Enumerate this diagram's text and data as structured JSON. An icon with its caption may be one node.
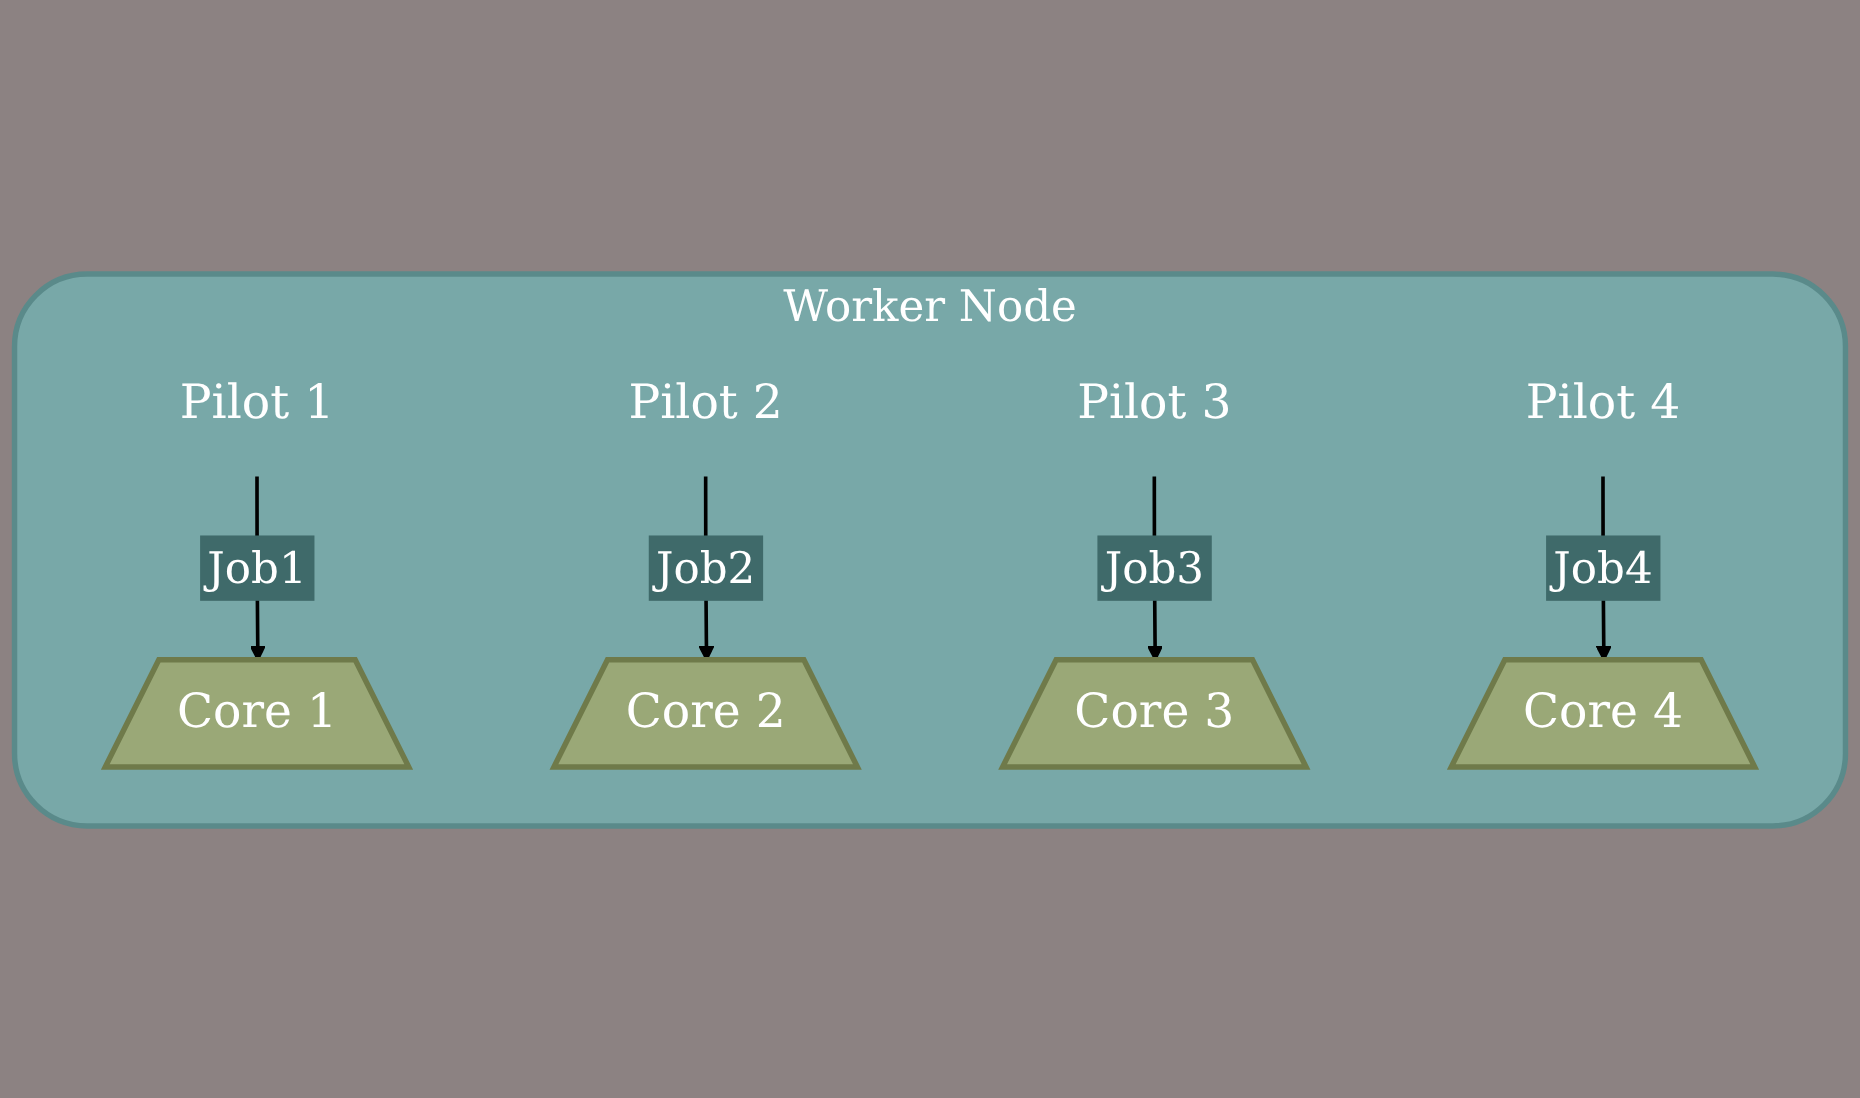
{
  "diagram": {
    "nodes": [
      {
        "text": [
          "Worker Node"
        ]
      },
      {
        "text": [
          "Pilot 1"
        ],
        "in": 0
      },
      {
        "text": [
          "Core 1"
        ],
        "in": 0
      },
      {
        "text": [
          "Pilot 2"
        ],
        "in": 0
      },
      {
        "text": [
          "Core 2"
        ],
        "in": 0
      },
      {
        "text": [
          "Pilot 3"
        ],
        "in": 0
      },
      {
        "text": [
          "Core 3"
        ],
        "in": 0
      },
      {
        "text": [
          "Pilot 4"
        ],
        "in": 0
      },
      {
        "text": [
          "Core 4"
        ],
        "in": 0
      }
    ],
    "edges": [
      {
        "from": 1,
        "to": 2,
        "arrow": "to",
        "label": "Job1"
      },
      {
        "from": 3,
        "to": 4,
        "arrow": "to",
        "label": "Job2"
      },
      {
        "from": 5,
        "to": 6,
        "arrow": "to",
        "label": "Job3"
      },
      {
        "from": 7,
        "to": 8,
        "arrow": "to",
        "label": "Job4"
      }
    ]
  }
}
